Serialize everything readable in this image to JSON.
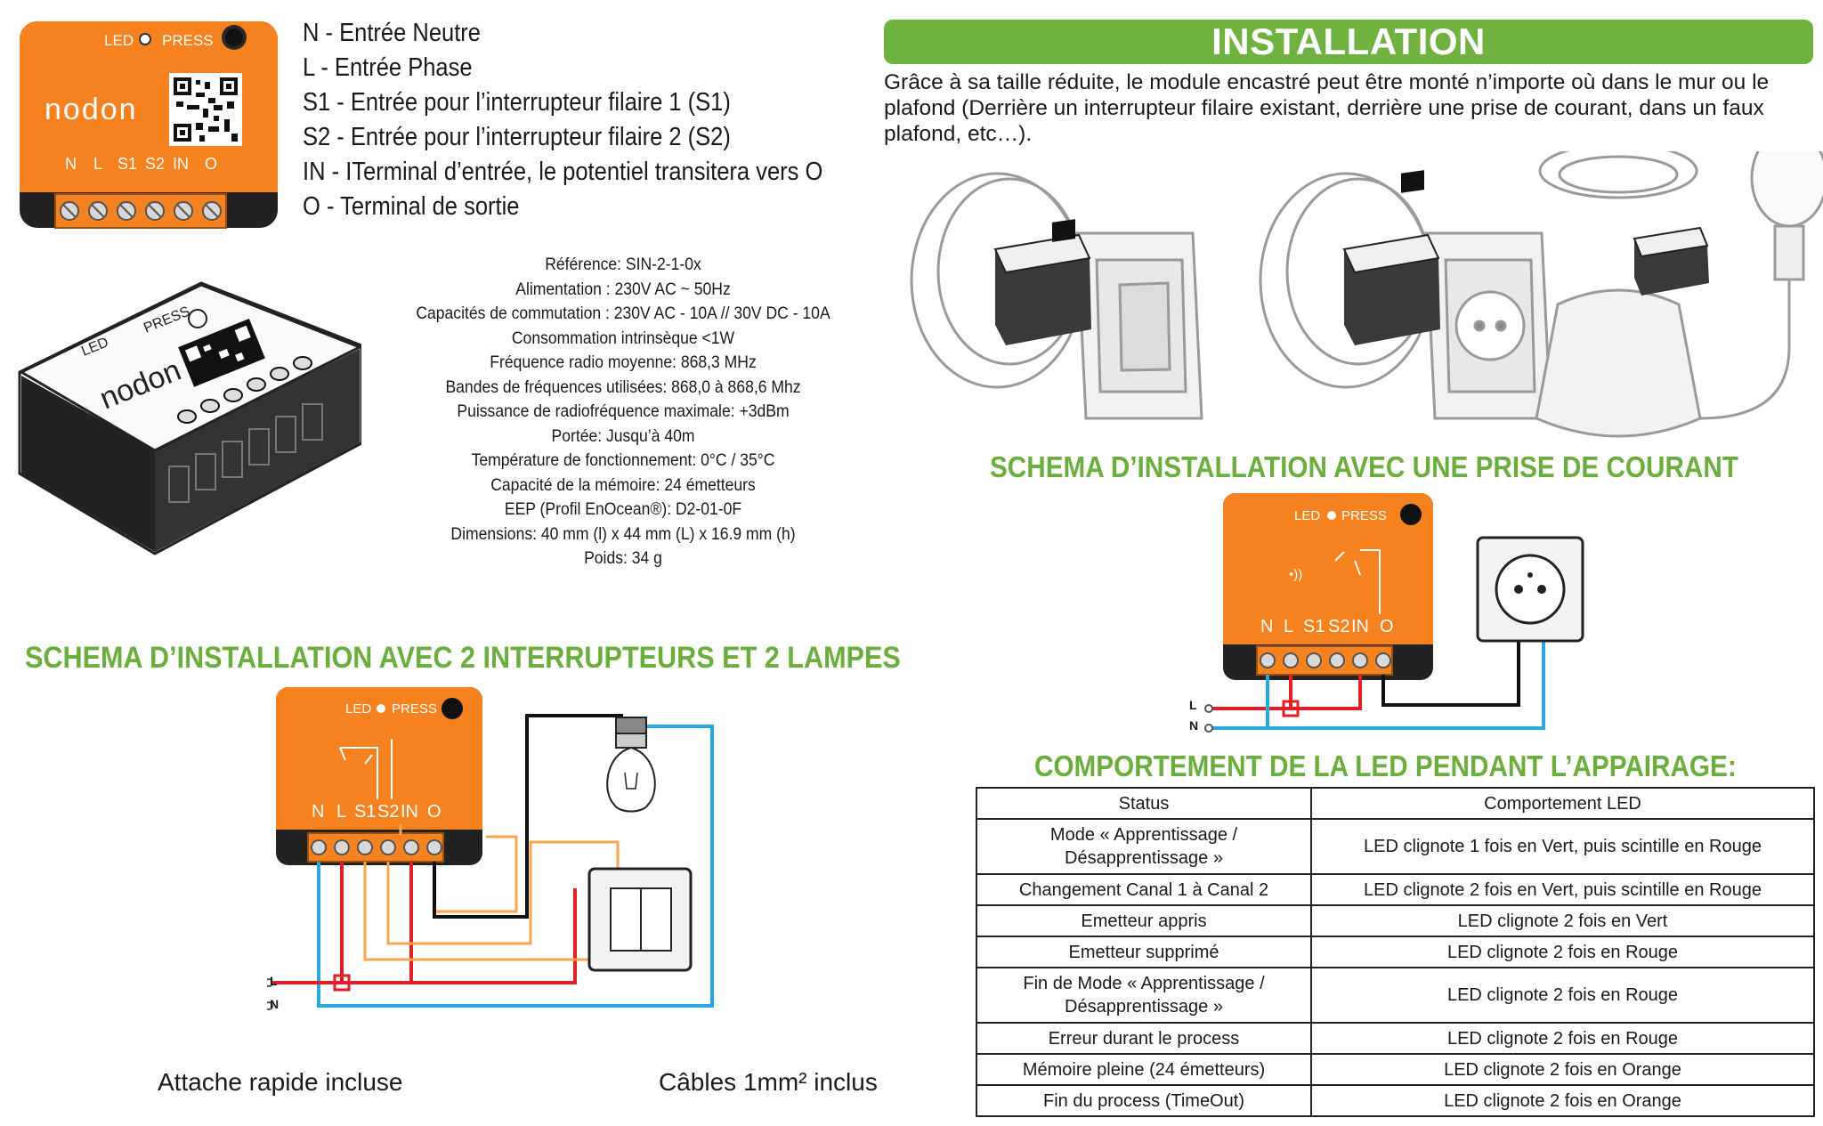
{
  "legend": [
    "N - Entrée Neutre",
    "L - Entrée Phase",
    "S1 - Entrée pour l’interrupteur filaire 1 (S1)",
    "S2 - Entrée pour l’interrupteur filaire 2 (S2)",
    "IN - ITerminal d’entrée, le potentiel transitera vers O",
    "O - Terminal de sortie"
  ],
  "device": {
    "led_label": "LED",
    "press_label": "PRESS",
    "brand": "nodon",
    "terminals": [
      "N",
      "L",
      "S1",
      "S2",
      "IN",
      "O"
    ]
  },
  "specs": [
    "Référence: SIN-2-1-0x",
    "Alimentation : 230V AC ~ 50Hz",
    "Capacités de commutation :  230V AC - 10A   //  30V DC - 10A",
    "Consommation intrinsèque <1W",
    "Fréquence radio moyenne: 868,3 MHz",
    "Bandes de fréquences utilisées: 868,0 à 868,6 Mhz",
    "Puissance de radiofréquence maximale: +3dBm",
    "Portée: Jusqu’à 40m",
    "Température de fonctionnement: 0°C / 35°C",
    "Capacité de la mémoire: 24 émetteurs",
    "EEP (Profil EnOcean®): D2-01-0F",
    "Dimensions: 40 mm (l) x 44 mm (L) x 16.9 mm (h)",
    "Poids: 34 g"
  ],
  "installation": {
    "title": "INSTALLATION",
    "text": "Grâce à sa taille réduite, le module encastré peut être monté n’importe où dans le mur ou le plafond (Derrière un interrupteur filaire existant, derrière une prise de courant, dans un faux plafond, etc…)."
  },
  "schema_prise": {
    "title": "SCHEMA D’INSTALLATION AVEC UNE PRISE DE COURANT",
    "wire_l": "L",
    "wire_n": "N"
  },
  "schema_interrupteurs": {
    "title": "SCHEMA D’INSTALLATION AVEC 2 INTERRUPTEURS ET 2 LAMPES",
    "wire_l": "L",
    "wire_n": "N"
  },
  "captions": {
    "attache": "Attache rapide incluse",
    "cables": "Câbles 1mm² inclus"
  },
  "led_behaviour": {
    "title": "COMPORTEMENT DE LA LED PENDANT L’APPAIRAGE:",
    "headers": [
      "Status",
      "Comportement LED"
    ],
    "rows": [
      {
        "status": "Mode « Apprentissage / Désapprentissage »",
        "behaviour": "LED clignote 1 fois en Vert, puis scintille en Rouge"
      },
      {
        "status": "Changement Canal 1 à Canal 2",
        "behaviour": "LED clignote  2 fois en Vert, puis scintille en Rouge"
      },
      {
        "status": "Emetteur appris",
        "behaviour": "LED clignote 2 fois en Vert"
      },
      {
        "status": "Emetteur supprimé",
        "behaviour": "LED clignote 2 fois en Rouge"
      },
      {
        "status": "Fin de Mode « Apprentissage / Désapprentissage »",
        "behaviour": "LED clignote 2 fois en Rouge"
      },
      {
        "status": "Erreur durant le process",
        "behaviour": "LED clignote 2 fois en Rouge"
      },
      {
        "status": "Mémoire pleine (24 émetteurs)",
        "behaviour": "LED clignote 2 fois en Orange"
      },
      {
        "status": "Fin du process (TimeOut)",
        "behaviour": "LED clignote 2 fois en Orange"
      }
    ]
  },
  "colors": {
    "green": "#6aae3c",
    "orange": "#f5821f",
    "wire_red": "#e31e24",
    "wire_blue": "#29a8e0",
    "wire_orange": "#f7a64d"
  }
}
